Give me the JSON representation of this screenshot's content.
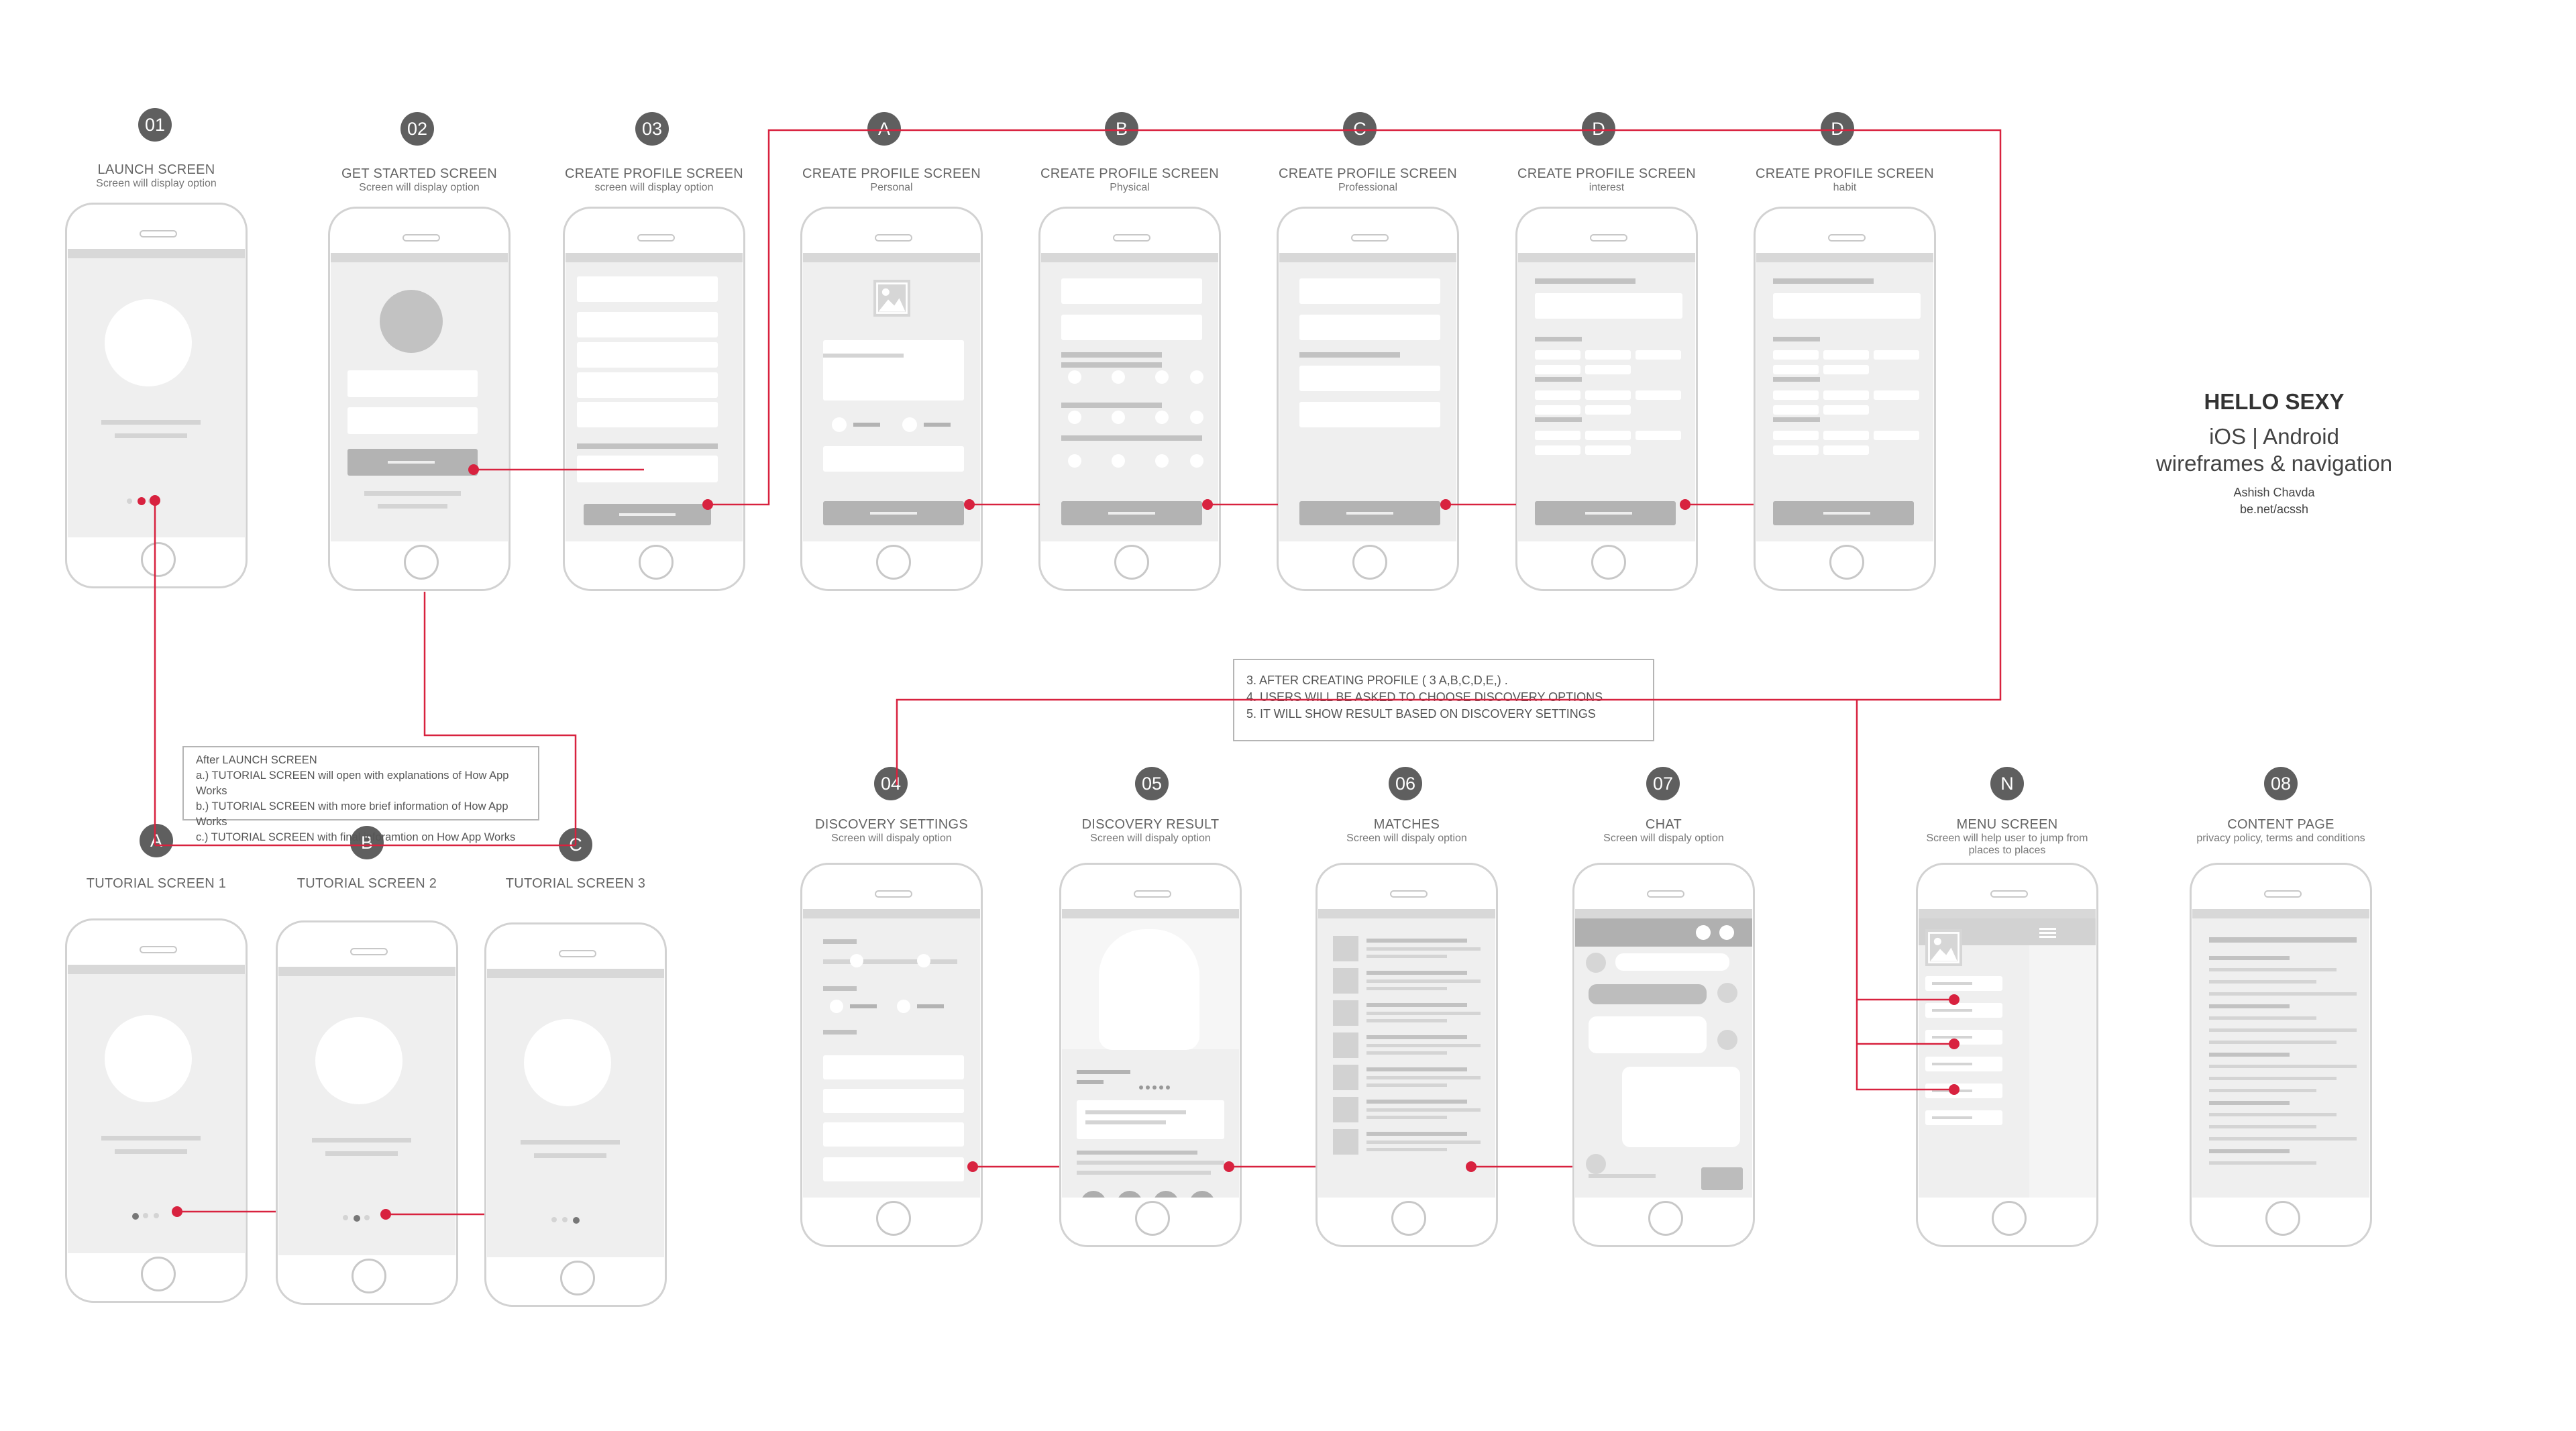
{
  "brand": {
    "title": "HELLO SEXY",
    "platforms": "iOS | Android",
    "subtitle": "wireframes & navigation",
    "author": "Ashish Chavda",
    "link": "be.net/acssh"
  },
  "colors": {
    "accent": "#d8223f",
    "frame": "#d2d2d2",
    "screen": "#efefef",
    "badge": "#5f5f5f"
  },
  "screens": [
    {
      "id": "launch",
      "badge": "01",
      "title": "LAUNCH SCREEN",
      "subtitle": "Screen will display option"
    },
    {
      "id": "get_started",
      "badge": "02",
      "title": "GET STARTED SCREEN",
      "subtitle": "Screen will display option"
    },
    {
      "id": "create_profile",
      "badge": "03",
      "title": "CREATE PROFILE SCREEN",
      "subtitle": "screen will display option"
    },
    {
      "id": "profile_personal",
      "badge": "A",
      "title": "CREATE PROFILE SCREEN",
      "subtitle": "Personal"
    },
    {
      "id": "profile_physical",
      "badge": "B",
      "title": "CREATE PROFILE SCREEN",
      "subtitle": "Physical"
    },
    {
      "id": "profile_professional",
      "badge": "C",
      "title": "CREATE PROFILE SCREEN",
      "subtitle": "Professional"
    },
    {
      "id": "profile_interest",
      "badge": "D",
      "title": "CREATE PROFILE SCREEN",
      "subtitle": "interest"
    },
    {
      "id": "profile_habit",
      "badge": "D",
      "title": "CREATE PROFILE SCREEN",
      "subtitle": "habit"
    },
    {
      "id": "tutorial_1",
      "badge": "A",
      "title": "TUTORIAL SCREEN 1",
      "subtitle": ""
    },
    {
      "id": "tutorial_2",
      "badge": "B",
      "title": "TUTORIAL SCREEN 2",
      "subtitle": ""
    },
    {
      "id": "tutorial_3",
      "badge": "C",
      "title": "TUTORIAL SCREEN 3",
      "subtitle": ""
    },
    {
      "id": "discovery_settings",
      "badge": "04",
      "title": "DISCOVERY SETTINGS",
      "subtitle": "Screen will dispaly option"
    },
    {
      "id": "discovery_result",
      "badge": "05",
      "title": "DISCOVERY RESULT",
      "subtitle": "Screen will dispaly option"
    },
    {
      "id": "matches",
      "badge": "06",
      "title": "MATCHES",
      "subtitle": "Screen will dispaly option"
    },
    {
      "id": "chat",
      "badge": "07",
      "title": "Chat",
      "subtitle": "Screen will dispaly option"
    },
    {
      "id": "menu",
      "badge": "N",
      "title": "MENU SCREEN",
      "subtitle": "Screen will help user to jump from places to places"
    },
    {
      "id": "content",
      "badge": "08",
      "title": "CONTENT PAGE",
      "subtitle": "privacy policy, terms and conditions"
    }
  ],
  "notes": {
    "tutorial": [
      "After LAUNCH SCREEN",
      "a.) TUTORIAL SCREEN will open with explanations of How App Works",
      "b.) TUTORIAL SCREEN with more brief information of How App Works",
      "c.) TUTORIAL SCREEN with final inforamtion on How App Works"
    ],
    "discovery": [
      "3. AFTER CREATING  PROFILE ( 3 A,B,C,D,E,) .",
      "4. USERS WILL BE ASKED TO CHOOSE DISCOVERY OPTIONS",
      "5. IT WILL SHOW RESULT BASED ON DISCOVERY SETTINGS"
    ]
  }
}
